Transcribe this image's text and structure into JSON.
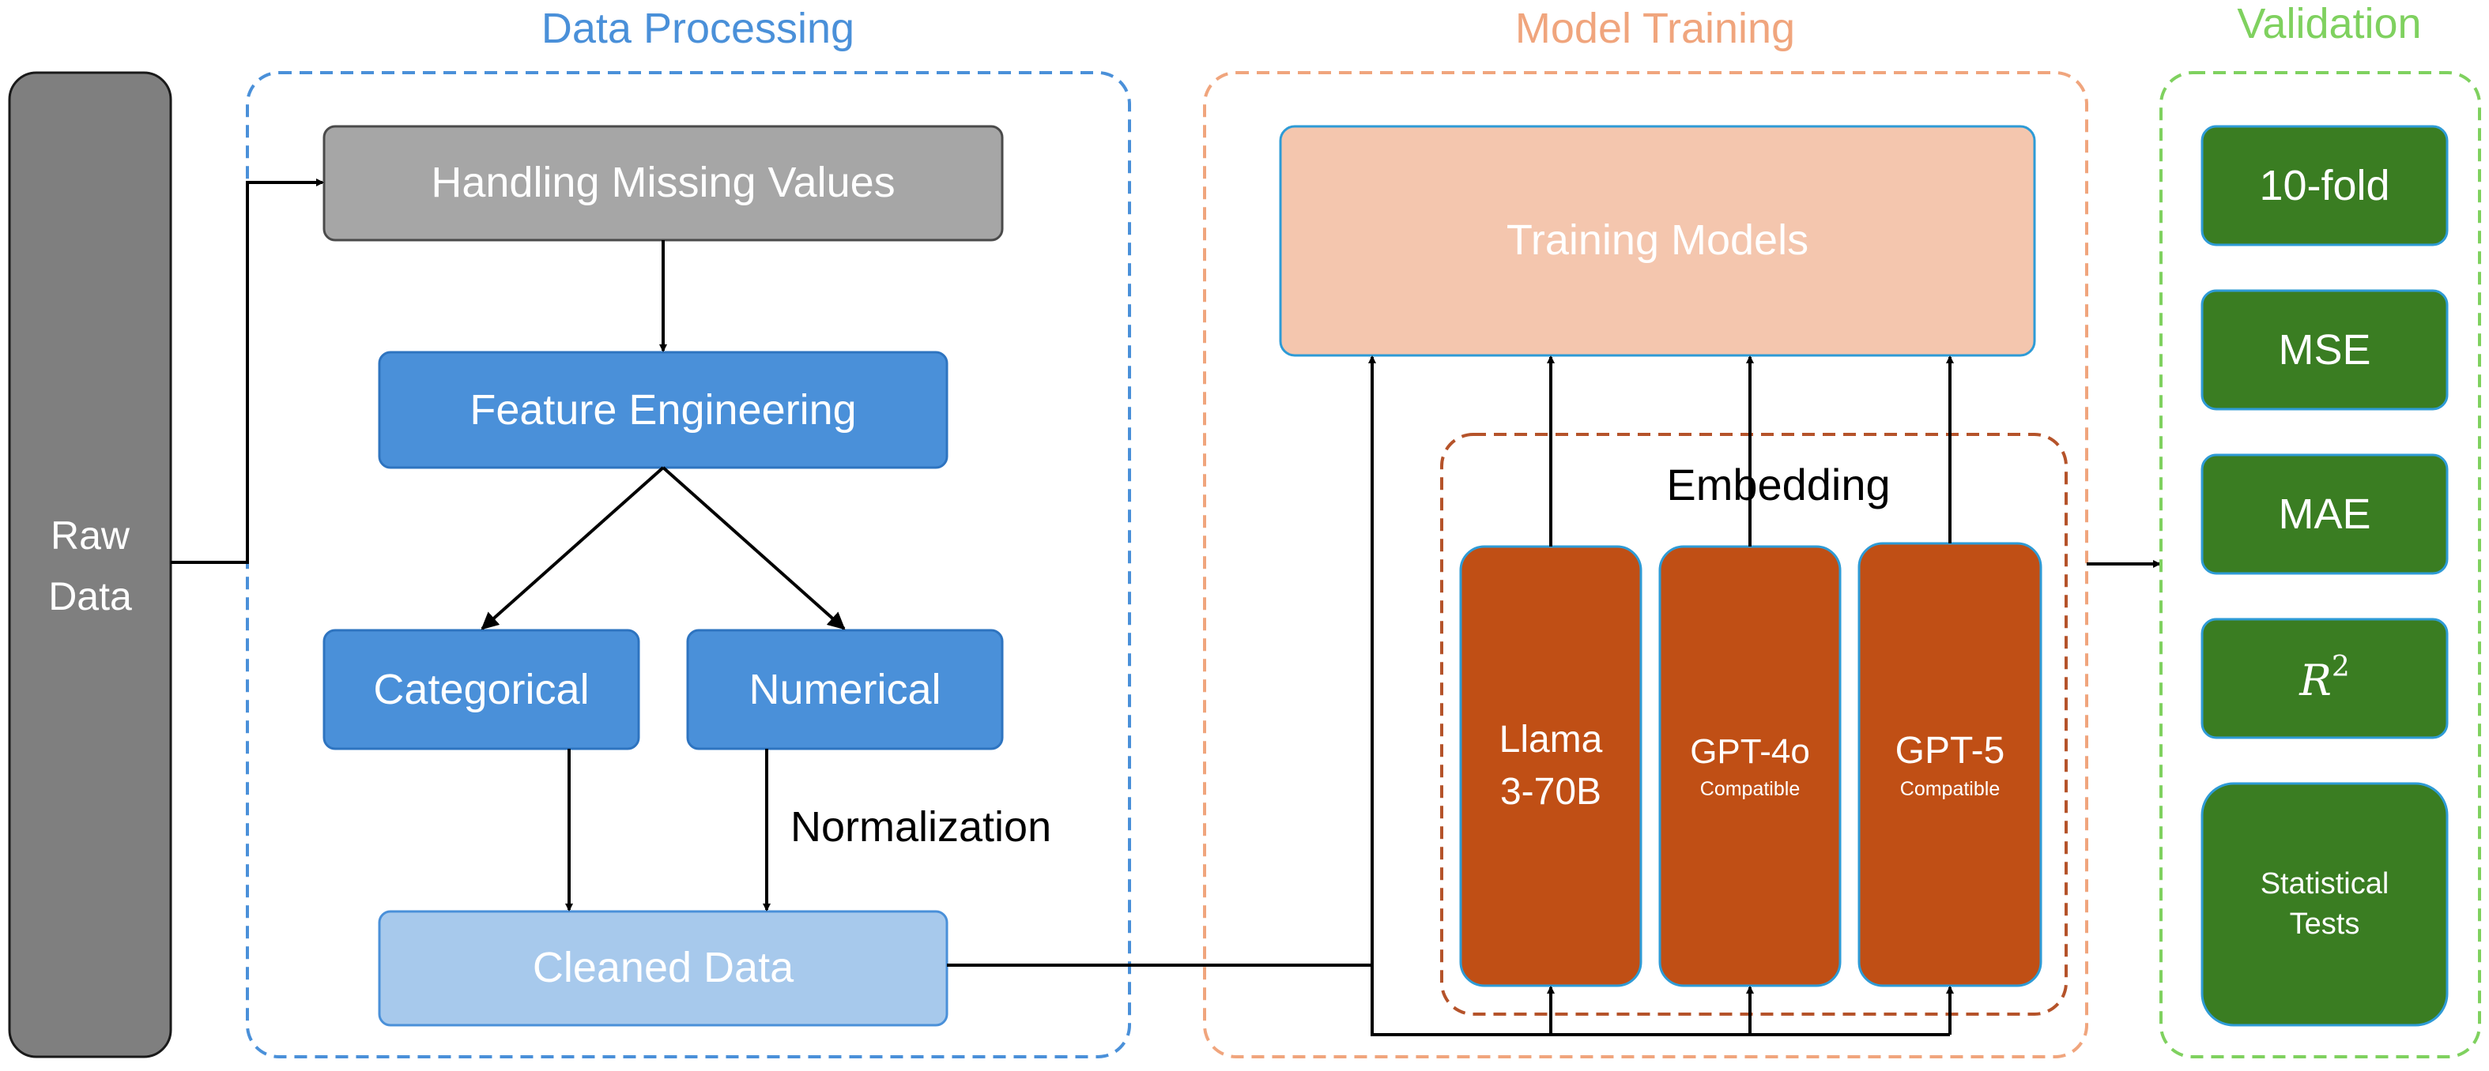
{
  "raw_data": {
    "line1": "Raw",
    "line2": "Data"
  },
  "sections": {
    "data_processing": "Data Processing",
    "model_training": "Model Training",
    "validation": "Validation"
  },
  "processing": {
    "missing": "Handling Missing Values",
    "feature": "Feature Engineering",
    "categorical": "Categorical",
    "numerical": "Numerical",
    "normalization": "Normalization",
    "cleaned": "Cleaned Data"
  },
  "training": {
    "models": "Training Models",
    "embedding": "Embedding",
    "llama_l1": "Llama",
    "llama_l2": "3-70B",
    "gpt4o": "GPT-4o",
    "gpt4o_sub": "Compatible",
    "gpt5": "GPT-5",
    "gpt5_sub": "Compatible"
  },
  "validation": {
    "kfold": "10-fold",
    "mse": "MSE",
    "mae": "MAE",
    "r2_base": "R",
    "r2_exp": "2",
    "stat_l1": "Statistical",
    "stat_l2": "Tests"
  },
  "colors": {
    "raw": "#7f7f7f",
    "missing": "#a6a6a6",
    "blue": "#4a90d9",
    "light_blue": "#a7c9ec",
    "peach": "#f4c6ae",
    "rust": "#c04f15",
    "green": "#3a7d22",
    "dp_border": "#4a90d9",
    "mt_border": "#f0a57d",
    "emb_border": "#b5532a",
    "val_border": "#7fd15f"
  }
}
